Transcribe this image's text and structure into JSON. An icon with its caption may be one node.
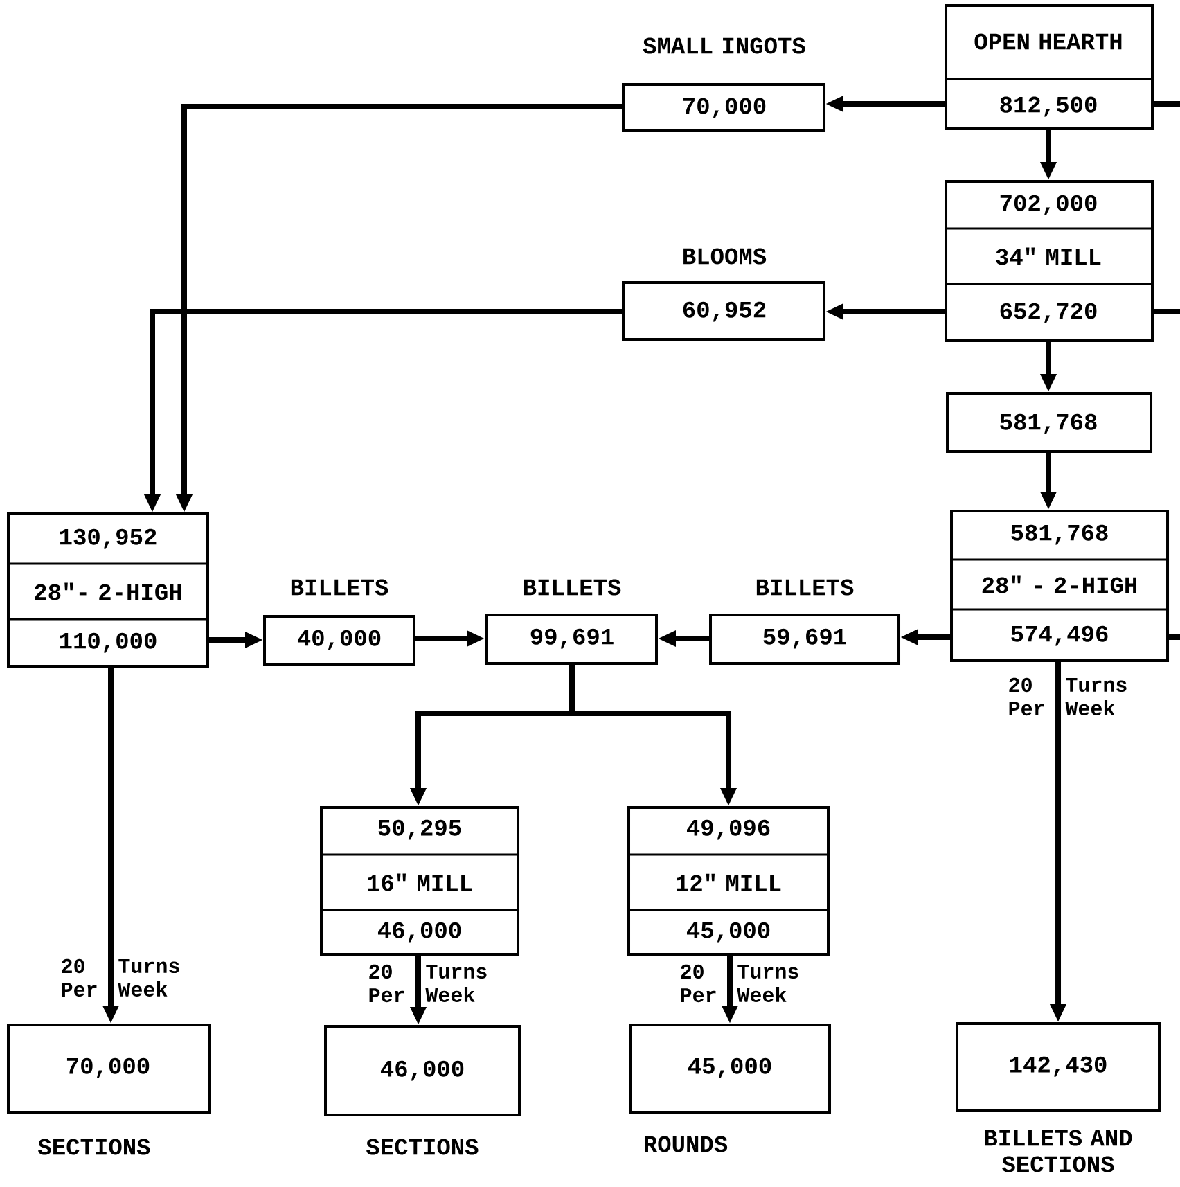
{
  "diagram": {
    "nodes": [
      {
        "text": [
          "OPEN HEARTH",
          "812,500"
        ]
      },
      {
        "text": [
          "SMALL INGOTS",
          "70,000"
        ]
      },
      {
        "text": [
          "702,000",
          "34\" MILL",
          "652,720"
        ]
      },
      {
        "text": [
          "BLOOMS",
          "60,952"
        ]
      },
      {
        "text": [
          "581,768"
        ]
      },
      {
        "text": [
          "581,768",
          "28\" - 2-HIGH",
          "574,496"
        ],
        "beside": [
          "20 Per",
          "Turns Week"
        ]
      },
      {
        "text": [
          "130,952",
          "28\"- 2-HIGH",
          "110,000"
        ],
        "beside": [
          "20 Per",
          "Turns Week"
        ]
      },
      {
        "text": [
          "BILLETS",
          "40,000"
        ]
      },
      {
        "text": [
          "BILLETS",
          "99,691"
        ]
      },
      {
        "text": [
          "BILLETS",
          "59,691"
        ]
      },
      {
        "text": [
          "50,295",
          "16\" MILL",
          "46,000"
        ],
        "beside": [
          "20 Per",
          "Turns Week"
        ]
      },
      {
        "text": [
          "49,096",
          "12\" MILL",
          "45,000"
        ],
        "beside": [
          "20 Per",
          "Turns Week"
        ]
      },
      {
        "text": [
          "70,000",
          "SECTIONS"
        ]
      },
      {
        "text": [
          "46,000",
          "SECTIONS"
        ]
      },
      {
        "text": [
          "45,000",
          "ROUNDS"
        ]
      },
      {
        "text": [
          "142,430",
          "BILLETS AND SECTIONS"
        ]
      }
    ],
    "edges": [
      {
        "from": 0,
        "to": 1,
        "arrow": "to"
      },
      {
        "from": 0,
        "to": null,
        "arrow": "none"
      },
      {
        "from": 0,
        "to": 2,
        "arrow": "to"
      },
      {
        "from": 1,
        "to": 6,
        "arrow": "to"
      },
      {
        "from": 2,
        "to": 3,
        "arrow": "to"
      },
      {
        "from": 2,
        "to": null,
        "arrow": "none"
      },
      {
        "from": 2,
        "to": 4,
        "arrow": "to"
      },
      {
        "from": 3,
        "to": 6,
        "arrow": "to"
      },
      {
        "from": 4,
        "to": 5,
        "arrow": "to"
      },
      {
        "from": 5,
        "to": null,
        "arrow": "none"
      },
      {
        "from": 5,
        "to": 9,
        "arrow": "to"
      },
      {
        "from": 6,
        "to": 7,
        "arrow": "to"
      },
      {
        "from": 7,
        "to": 8,
        "arrow": "to"
      },
      {
        "from": 9,
        "to": 8,
        "arrow": "to"
      },
      {
        "from": 8,
        "to": 10,
        "arrow": "to"
      },
      {
        "from": 8,
        "to": 11,
        "arrow": "to"
      },
      {
        "from": 6,
        "to": 12,
        "arrow": "to"
      },
      {
        "from": 10,
        "to": 13,
        "arrow": "to"
      },
      {
        "from": 11,
        "to": 14,
        "arrow": "to"
      },
      {
        "from": 5,
        "to": 15,
        "arrow": "to"
      }
    ]
  }
}
